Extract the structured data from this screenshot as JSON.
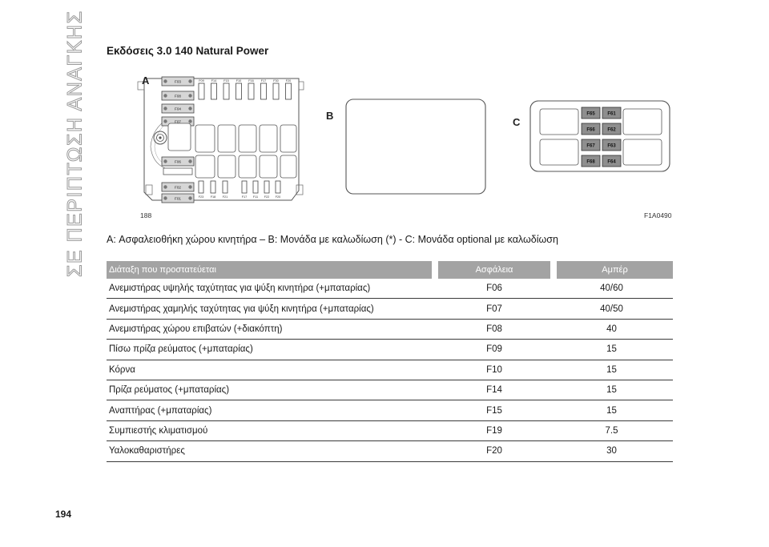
{
  "side_title": "ΣΕ ΠΕΡΙΠΤΩΣΗ ΑΝΑΓΚΗΣ",
  "section_title": "Εκδόσεις 3.0 140 Natural Power",
  "figure": {
    "label_a": "A",
    "label_b": "B",
    "label_c": "C",
    "ref_left": "188",
    "ref_right": "F1A0490",
    "box_a_left_fuses": [
      "F03",
      "F08",
      "F04",
      "F07",
      "F06",
      "F02",
      "F01"
    ],
    "box_a_top_fuses": [
      "F09",
      "F14",
      "F15",
      "F10",
      "F16",
      "F17",
      "F30",
      "F20"
    ],
    "box_a_bottom_fuses": [
      "F23",
      "F18",
      "F21",
      "F17",
      "F11",
      "F22",
      "F20"
    ],
    "box_c_fuses": [
      "F65",
      "F61",
      "F66",
      "F62",
      "F67",
      "F63",
      "F68",
      "F64"
    ]
  },
  "caption": "A: Ασφαλειοθήκη χώρου κινητήρα – B: Μονάδα με καλωδίωση (*) - C: Μονάδα optional με καλωδίωση",
  "table": {
    "headers": [
      "Διάταξη που προστατεύεται",
      "Ασφάλεια",
      "Αμπέρ"
    ],
    "rows": [
      [
        "Ανεμιστήρας υψηλής ταχύτητας για ψύξη κινητήρα (+μπαταρίας)",
        "F06",
        "40/60"
      ],
      [
        "Ανεμιστήρας χαμηλής ταχύτητας για ψύξη κινητήρα (+μπαταρίας)",
        "F07",
        "40/50"
      ],
      [
        "Ανεμιστήρας χώρου επιβατών (+διακόπτη)",
        "F08",
        "40"
      ],
      [
        "Πίσω πρίζα ρεύματος (+μπαταρίας)",
        "F09",
        "15"
      ],
      [
        "Κόρνα",
        "F10",
        "15"
      ],
      [
        "Πρίζα ρεύματος (+μπαταρίας)",
        "F14",
        "15"
      ],
      [
        "Αναπτήρας (+μπαταρίας)",
        "F15",
        "15"
      ],
      [
        "Συμπιεστής κλιματισμού",
        "F19",
        "7.5"
      ],
      [
        "Υαλοκαθαριστήρες",
        "F20",
        "30"
      ]
    ]
  },
  "page_number": "194"
}
